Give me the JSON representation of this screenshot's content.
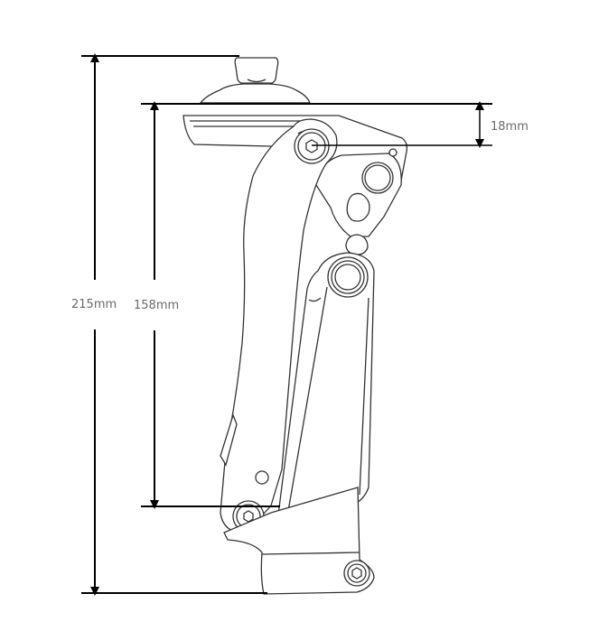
{
  "dimensions": {
    "overall_height": {
      "label": "215mm"
    },
    "build_height": {
      "label": "158mm"
    },
    "knee_offset": {
      "label": "18mm"
    }
  },
  "colors": {
    "outline": "#333333",
    "dimension_line": "#000000",
    "label_text": "#6a6a6a",
    "fill": "#ffffff"
  }
}
